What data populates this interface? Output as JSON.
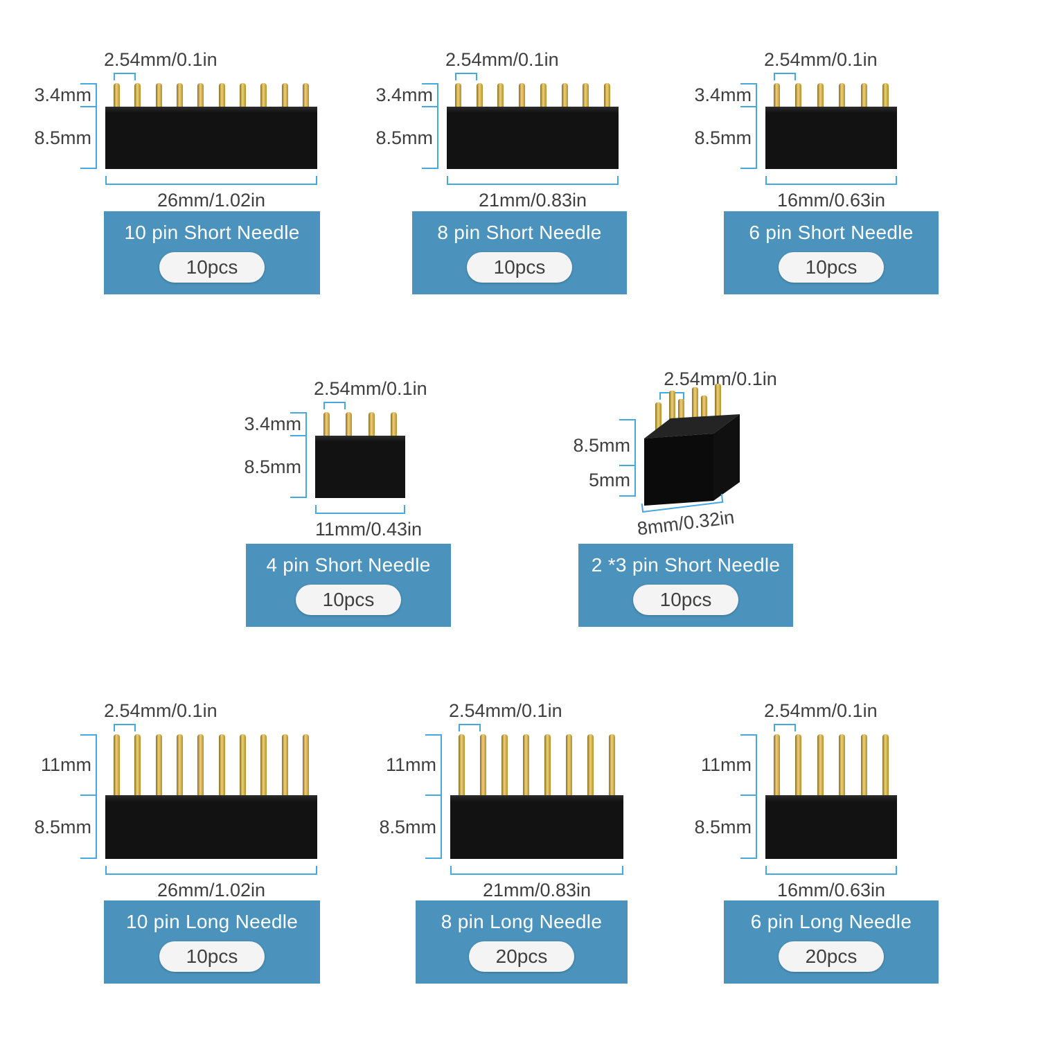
{
  "colors": {
    "page_bg": "#FFFFFF",
    "label_bg": "#4B93BC",
    "label_text": "#FFFFFF",
    "dim_line": "#45A8DE",
    "dim_text": "#3F3F3F",
    "pin_gold": "#EDD27A",
    "body_black": "#121212",
    "pill_bg": "#F4F4F4",
    "pill_text": "#3F3F3F"
  },
  "items": [
    {
      "name": "10 pin Short Needle",
      "qty": "10pcs",
      "pitch": "2.54mm/0.1in",
      "pin_h": "3.4mm",
      "body_h": "8.5mm",
      "width": "26mm/1.02in",
      "pins": 10
    },
    {
      "name": "8 pin Short Needle",
      "qty": "10pcs",
      "pitch": "2.54mm/0.1in",
      "pin_h": "3.4mm",
      "body_h": "8.5mm",
      "width": "21mm/0.83in",
      "pins": 8
    },
    {
      "name": "6 pin Short Needle",
      "qty": "10pcs",
      "pitch": "2.54mm/0.1in",
      "pin_h": "3.4mm",
      "body_h": "8.5mm",
      "width": "16mm/0.63in",
      "pins": 6
    },
    {
      "name": "4 pin Short Needle",
      "qty": "10pcs",
      "pitch": "2.54mm/0.1in",
      "pin_h": "3.4mm",
      "body_h": "8.5mm",
      "width": "11mm/0.43in",
      "pins": 4
    },
    {
      "name": "2 *3 pin Short Needle",
      "qty": "10pcs",
      "pitch": "2.54mm/0.1in",
      "body_h": "8.5mm",
      "depth": "5mm",
      "width": "8mm/0.32in",
      "pins": 6
    },
    {
      "name": "10 pin Long Needle",
      "qty": "10pcs",
      "pitch": "2.54mm/0.1in",
      "pin_h": "11mm",
      "body_h": "8.5mm",
      "width": "26mm/1.02in",
      "pins": 10
    },
    {
      "name": "8 pin Long Needle",
      "qty": "20pcs",
      "pitch": "2.54mm/0.1in",
      "pin_h": "11mm",
      "body_h": "8.5mm",
      "width": "21mm/0.83in",
      "pins": 8
    },
    {
      "name": "6 pin Long Needle",
      "qty": "20pcs",
      "pitch": "2.54mm/0.1in",
      "pin_h": "11mm",
      "body_h": "8.5mm",
      "width": "16mm/0.63in",
      "pins": 6
    }
  ]
}
